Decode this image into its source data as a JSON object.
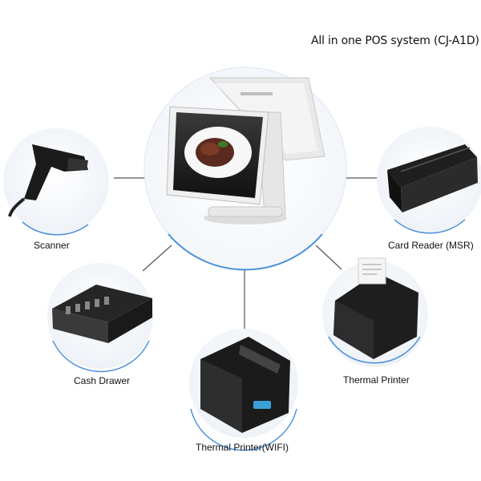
{
  "title": "All in one POS system (CJ-A1D)",
  "peripherals": {
    "scanner": "Scanner",
    "card_reader": "Card Reader (MSR)",
    "cash_drawer": "Cash Drawer",
    "thermal_printer": "Thermal Printer",
    "thermal_printer_wifi": "Thermal Printer(WIFI)"
  },
  "colors": {
    "ring": "#4a90d9",
    "connector": "#555555",
    "device_dark": "#1e1e1e",
    "device_light": "#eeeeee"
  }
}
